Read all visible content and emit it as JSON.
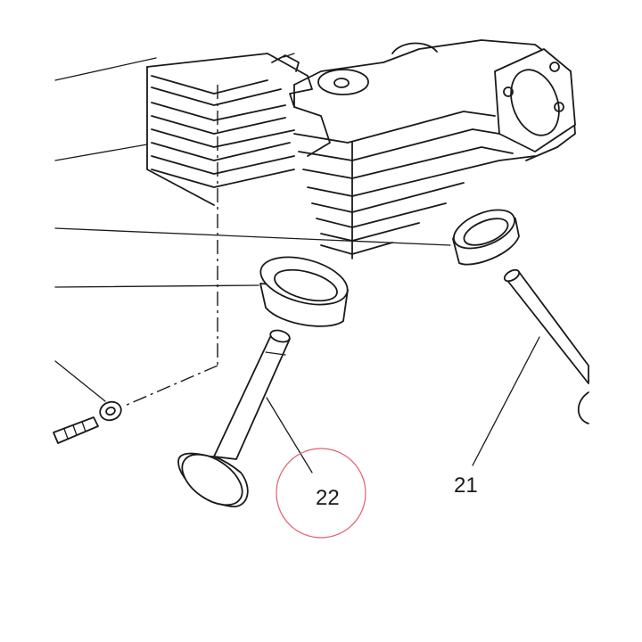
{
  "callouts": [
    {
      "id": "21",
      "text": "21"
    },
    {
      "id": "22",
      "text": "22"
    }
  ],
  "highlight": {
    "target": "22",
    "color": "#e06070"
  },
  "colors": {
    "line": "#1a1a1a",
    "background": "#ffffff"
  }
}
